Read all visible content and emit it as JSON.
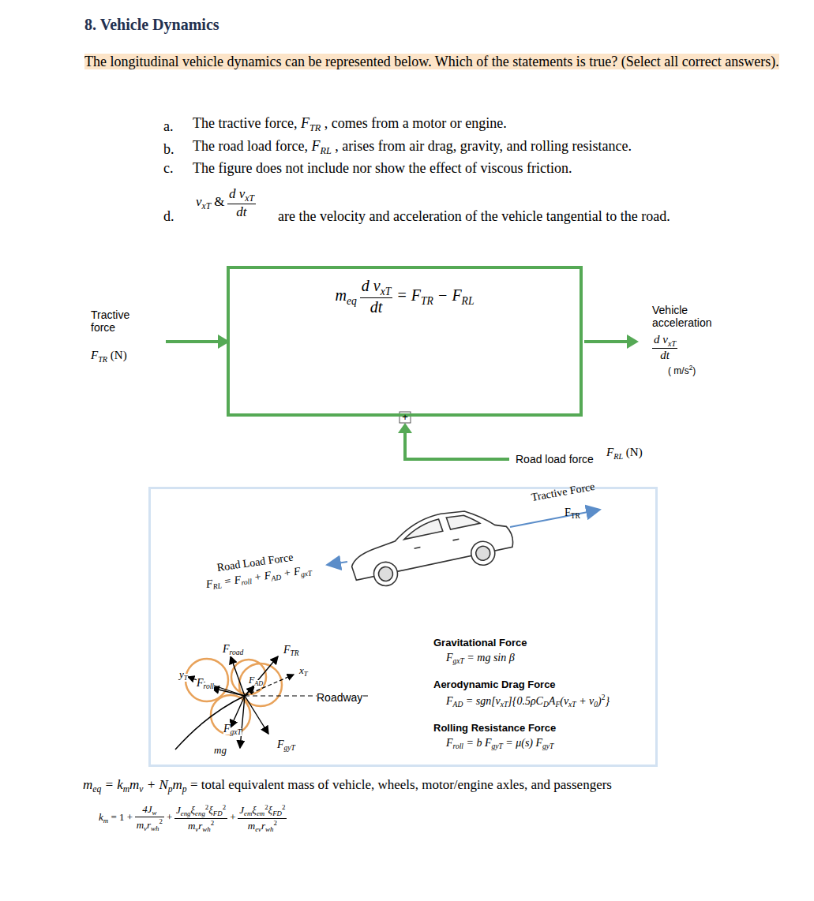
{
  "diagram": {
    "title": "8. Vehicle Dynamics",
    "nodes": [
      {
        "text": [
          "m",
          "eq",
          "d v",
          "xT",
          "dt",
          "= F",
          "TR",
          "− F",
          "RL"
        ]
      },
      {
        "text": [
          "Tractive Force",
          "F",
          "TR",
          "Road Load Force",
          "F",
          "RL",
          "= F",
          "roll",
          "+ F",
          "AD",
          "+ F",
          "gxT",
          "F",
          "road",
          "F",
          "TR",
          "x",
          "T",
          "y",
          "T",
          "F",
          "roll",
          "F",
          "AD",
          "Roadway",
          "F",
          "gxT",
          "mg",
          "F",
          "gyT",
          "Gravitational Force",
          "F",
          "gxT",
          "= mg sin β",
          "Aerodynamic Drag Force",
          "F",
          "AD",
          "= sgn[v",
          "xT",
          "]{0.5ρC",
          "D",
          "A",
          "F",
          "(v",
          "xT",
          "+ v",
          "0",
          ")",
          "2",
          "}",
          "Rolling Resistance Force",
          "F",
          "roll",
          "= b F",
          "gyT",
          "= μ(s) F",
          "gyT"
        ]
      }
    ],
    "labels": [
      "The longitudinal vehicle dynamics can be represented below. Which of the statements is true? (Select all correct answers).",
      "a.",
      "The tractive force,",
      "F",
      "TR",
      ", comes from a motor or engine.",
      "b.",
      "The road load force,",
      "F",
      "RL",
      ", arises from air drag, gravity, and rolling resistance.",
      "c.",
      "The figure does not include nor show the effect of viscous friction.",
      "d.",
      "v",
      "xT",
      "&",
      "d v",
      "xT",
      "dt",
      "are the velocity and acceleration of the vehicle tangential to the road.",
      "Tractive force",
      "F",
      "TR",
      "(N)",
      "Vehicle acceleration",
      "d v",
      "xT",
      "dt",
      "( m/s",
      "2",
      ")",
      "+",
      "Road load force",
      "F",
      "RL",
      "(N)",
      "m",
      "eq",
      "= k",
      "m",
      "m",
      "v",
      "+ N",
      "p",
      "m",
      "p",
      "= total equivalent mass of vehicle, wheels, motor/engine axles, and passengers",
      "k",
      "m",
      "= 1 +",
      "4J",
      "w",
      "m",
      "v",
      "r",
      "wh",
      "2",
      "+",
      "J",
      "eng",
      "ξ",
      "eng",
      "2",
      "ξ",
      "FD",
      "2",
      "m",
      "v",
      "r",
      "wh",
      "2",
      "+",
      "J",
      "em",
      "ξ",
      "em",
      "2",
      "ξ",
      "FD",
      "2",
      "m",
      "ev",
      "r",
      "wh",
      "2"
    ]
  }
}
